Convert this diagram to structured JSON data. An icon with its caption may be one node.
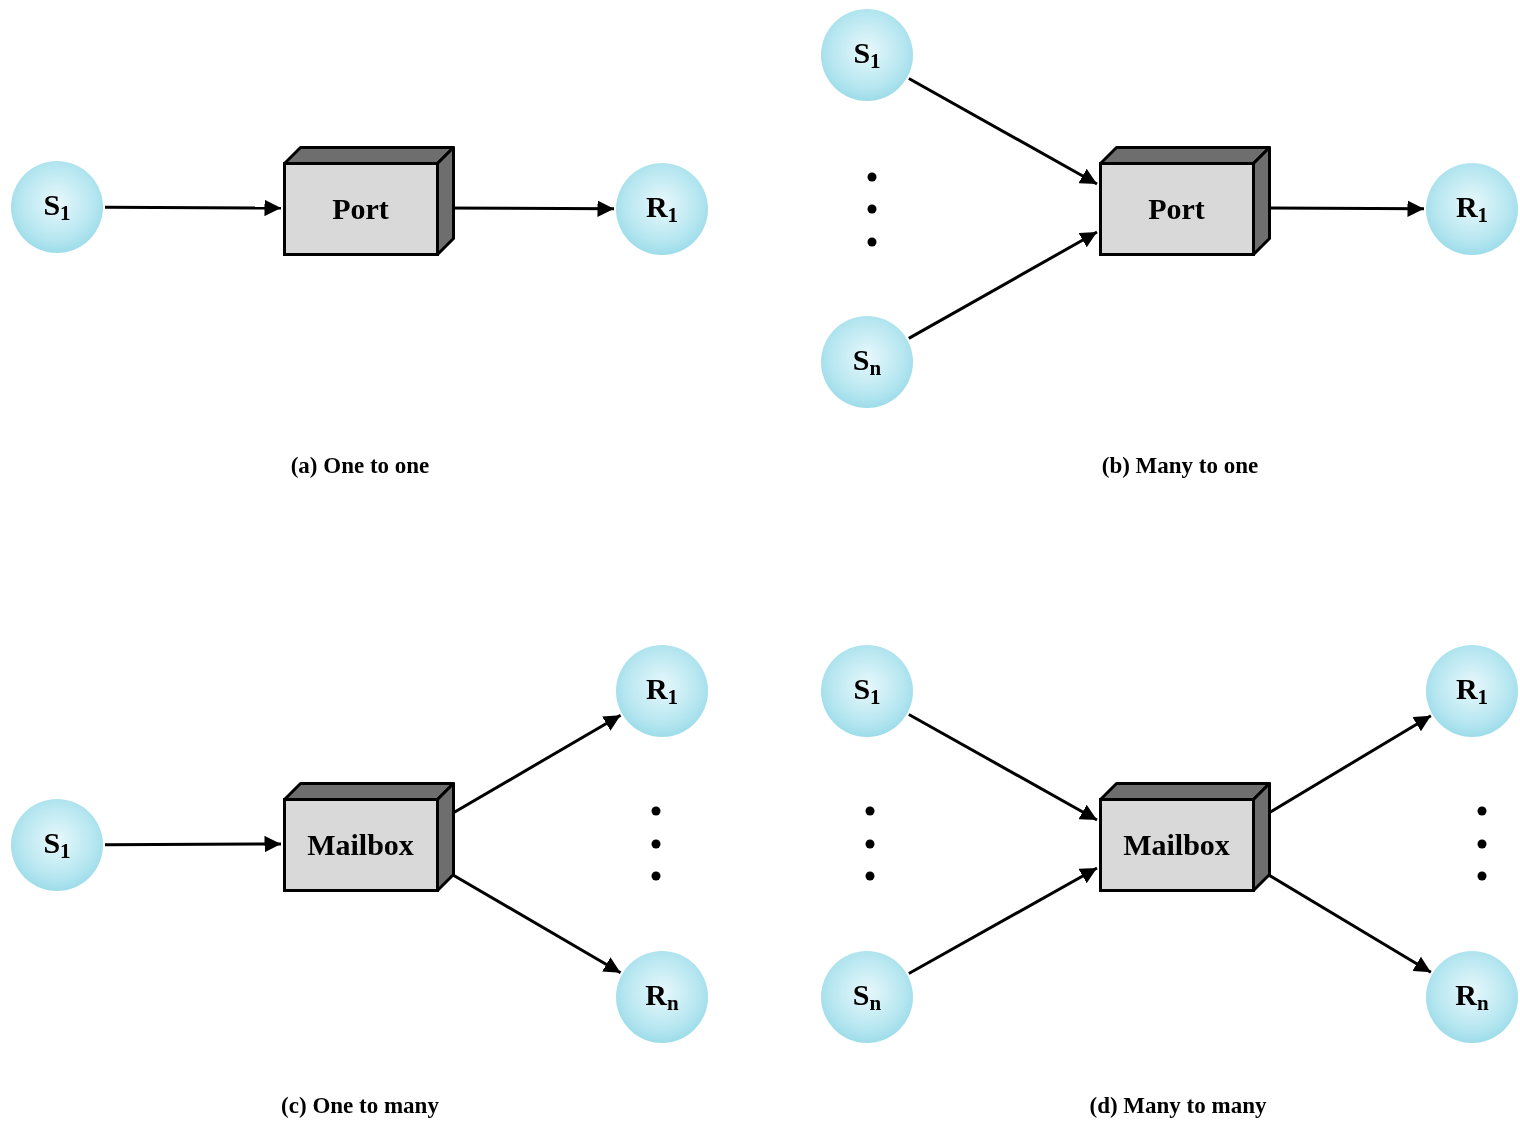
{
  "diagram": {
    "nodes": [
      {
        "text": [
          "S$_{1}$"
        ]
      },
      {
        "text": [
          "Port"
        ]
      },
      {
        "text": [
          "R$_{1}$"
        ]
      },
      {
        "text": [
          "S$_{1}$"
        ]
      },
      {
        "text": [
          "Port"
        ]
      },
      {
        "text": [
          "R$_{1}$"
        ]
      },
      {
        "text": [
          "S$_{n}$"
        ]
      },
      {
        "text": [
          "R$_{1}$"
        ]
      },
      {
        "text": [
          "S$_{1}$"
        ]
      },
      {
        "text": [
          "Mailbox"
        ]
      },
      {
        "text": [
          "R$_{n}$"
        ]
      },
      {
        "text": [
          "S$_{1}$"
        ]
      },
      {
        "text": [
          "R$_{1}$"
        ]
      },
      {
        "text": [
          "Mailbox"
        ]
      },
      {
        "text": [
          "S$_{n}$"
        ]
      },
      {
        "text": [
          "R$_{n}$"
        ]
      }
    ],
    "edges": [
      {
        "from": 0,
        "to": 1,
        "arrow": "to"
      },
      {
        "from": 1,
        "to": 2,
        "arrow": "to"
      },
      {
        "from": 3,
        "to": 4,
        "arrow": "to"
      },
      {
        "from": 6,
        "to": 4,
        "arrow": "to"
      },
      {
        "from": 4,
        "to": 5,
        "arrow": "to"
      },
      {
        "from": 8,
        "to": 9,
        "arrow": "to"
      },
      {
        "from": 9,
        "to": 7,
        "arrow": "to"
      },
      {
        "from": 9,
        "to": 10,
        "arrow": "to"
      },
      {
        "from": 11,
        "to": 13,
        "arrow": "to"
      },
      {
        "from": 14,
        "to": 13,
        "arrow": "to"
      },
      {
        "from": 13,
        "to": 12,
        "arrow": "to"
      },
      {
        "from": 13,
        "to": 15,
        "arrow": "to"
      }
    ],
    "labels": [
      "(a) One to one",
      "(b) Many to one",
      "(c) One to many",
      "(d) Many to many"
    ]
  }
}
